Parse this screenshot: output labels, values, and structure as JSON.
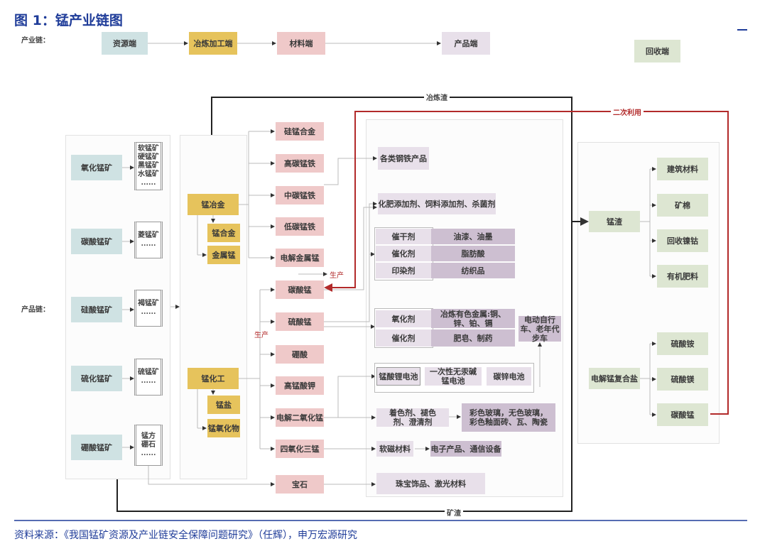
{
  "title": "图 1：锰产业链图",
  "source": "资料来源：《我国锰矿资源及产业链安全保障问题研究》（任辉），申万宏源研究",
  "colors": {
    "title": "#1f3c99",
    "recycle_line": "#b22a2a"
  },
  "chain": {
    "label": "产业链：",
    "stages": [
      "资源端",
      "冶炼加工端",
      "材料端",
      "产品端",
      "回收端"
    ]
  },
  "product_chain_label": "产品链：",
  "ores": [
    {
      "name": "氧化锰矿",
      "minerals": [
        "软锰矿",
        "硬锰矿",
        "黑锰矿",
        "水锰矿",
        "......"
      ]
    },
    {
      "name": "碳酸锰矿",
      "minerals": [
        "菱锰矿",
        "......"
      ]
    },
    {
      "name": "硅酸锰矿",
      "minerals": [
        "褐锰矿",
        "......"
      ]
    },
    {
      "name": "硫化锰矿",
      "minerals": [
        "硫锰矿",
        "......"
      ]
    },
    {
      "name": "硼酸锰矿",
      "minerals": [
        "锰方",
        "硼石",
        "......"
      ]
    }
  ],
  "processing": {
    "metallurgy": "锰冶金",
    "alloy": "锰合金",
    "metal": "金属锰",
    "chemical": "锰化工",
    "salt": "锰盐",
    "oxide": "锰氧化物"
  },
  "materials": [
    "硅锰合金",
    "高碳锰铁",
    "中碳锰铁",
    "低碳锰铁",
    "电解金属锰",
    "碳酸锰",
    "硫酸锰",
    "硼酸",
    "高锰酸钾",
    "电解二氧化锰",
    "四氧化三锰",
    "宝石"
  ],
  "products": {
    "steel": "各类钢铁产品",
    "additives": "化肥添加剂、饲料添加剂、杀菌剂",
    "group1": [
      {
        "agent": "催干剂",
        "product": "油漆、油墨"
      },
      {
        "agent": "催化剂",
        "product": "脂肪酸"
      },
      {
        "agent": "印染剂",
        "product": "纺织品"
      }
    ],
    "group2": [
      {
        "agent": "氧化剂",
        "product": "冶炼有色金属:铜、锌、铂、镉"
      },
      {
        "agent": "催化剂",
        "product": "肥皂、制药"
      }
    ],
    "ev": "电动自行车、老年代步车",
    "batteries": [
      "锰酸锂电池",
      "一次性无汞碱锰电池",
      "碳锌电池"
    ],
    "colorant": "着色剂、褪色剂、澄清剂",
    "glass": "彩色玻璃，无色玻璃，彩色釉面砖、瓦、陶瓷",
    "soft_magnetic": "软磁材料",
    "electronics": "电子产品、通信设备",
    "jewelry": "珠宝饰品、激光材料"
  },
  "recycle": {
    "slag": "锰渣",
    "slag_uses": [
      "建筑材料",
      "矿棉",
      "回收镍钴",
      "有机肥料"
    ],
    "compound_salt": "电解锰复合盐",
    "salt_products": [
      "硫酸铵",
      "硫酸镁",
      "碳酸锰"
    ]
  },
  "flows": {
    "smelting_slag": "冶炼渣",
    "ore_slag": "矿渣",
    "secondary_use": "二次利用",
    "produce": "生产"
  }
}
